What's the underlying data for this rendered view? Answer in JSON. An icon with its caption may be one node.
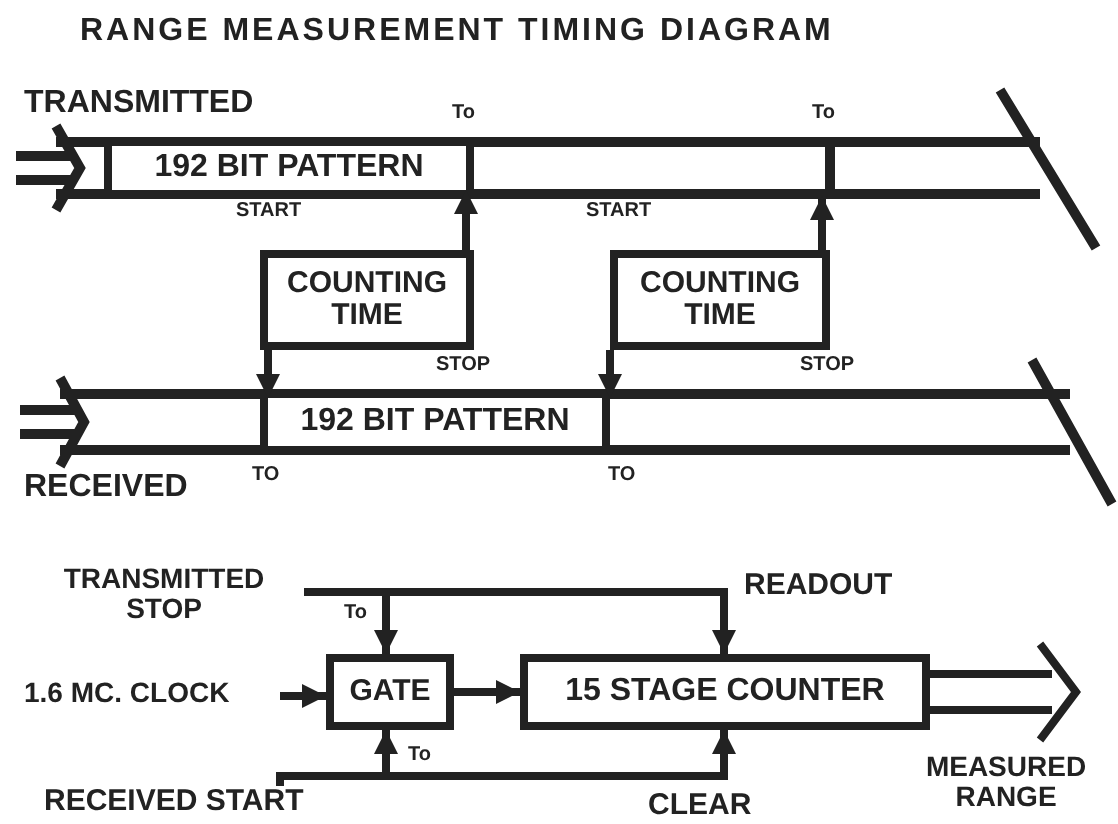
{
  "diagram": {
    "title": "RANGE MEASUREMENT TIMING DIAGRAM",
    "nodes": [
      {
        "text": [
          "192 BIT PATTERN"
        ]
      },
      {
        "text": [
          "COUNTING TIME"
        ]
      },
      {
        "text": [
          "COUNTING TIME"
        ]
      },
      {
        "text": [
          "192 BIT PATTERN"
        ]
      },
      {
        "text": [
          "GATE"
        ]
      },
      {
        "text": [
          "15 STAGE COUNTER"
        ]
      },
      {
        "text": [
          "TRANSMITTED STOP"
        ]
      },
      {
        "text": [
          "1.6 MC. CLOCK"
        ]
      },
      {
        "text": [
          "RECEIVED START"
        ]
      },
      {
        "text": [
          "MEASURED RANGE"
        ]
      }
    ],
    "edges": [
      {
        "from": 1,
        "to": 0,
        "arrow": "to"
      },
      {
        "from": 1,
        "to": 3,
        "arrow": "to"
      },
      {
        "from": 2,
        "to": null,
        "arrow": "to"
      },
      {
        "from": 2,
        "to": 3,
        "arrow": "to"
      },
      {
        "from": 6,
        "to": 4,
        "arrow": "to",
        "label": "To"
      },
      {
        "from": 6,
        "to": 5,
        "arrow": "to",
        "label": "READOUT"
      },
      {
        "from": 7,
        "to": 4,
        "arrow": "to"
      },
      {
        "from": 4,
        "to": 5,
        "arrow": "to"
      },
      {
        "from": 8,
        "to": 4,
        "arrow": "to",
        "label": "To"
      },
      {
        "from": 8,
        "to": 5,
        "arrow": "to",
        "label": "CLEAR"
      },
      {
        "from": 5,
        "to": 9,
        "arrow": "to"
      }
    ],
    "labels": [
      "TRANSMITTED",
      "To",
      "To",
      "START",
      "START",
      "STOP",
      "STOP",
      "RECEIVED",
      "TO",
      "TO"
    ]
  }
}
